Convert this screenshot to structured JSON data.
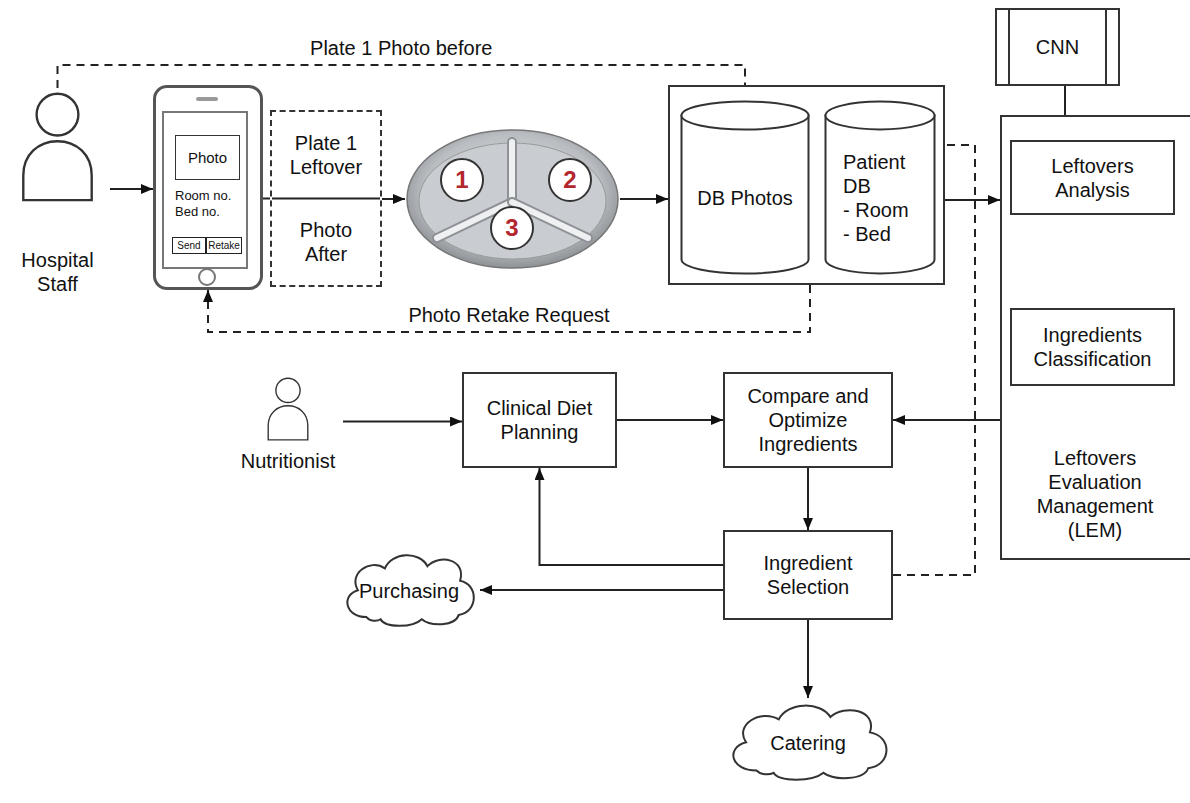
{
  "diagram": {
    "nodes": [
      {
        "text": [
          "Hospital Staff"
        ]
      },
      {
        "text": [
          "Room no. Bed no."
        ]
      },
      {
        "text": [
          "Photo"
        ],
        "in": 1
      },
      {
        "text": [
          "Send"
        ],
        "in": 1
      },
      {
        "text": [
          "Retake"
        ],
        "in": 1
      },
      {
        "text": [
          "Plate 1 Leftover",
          "Photo After"
        ]
      },
      {
        "text": [
          "1",
          "2",
          "3"
        ]
      },
      {
        "text": []
      },
      {
        "text": [
          "DB Photos"
        ],
        "in": 7
      },
      {
        "text": [
          "Patient DB",
          "- Room - Bed"
        ],
        "in": 7
      },
      {
        "text": [
          "CNN"
        ]
      },
      {
        "text": [
          "Leftovers Evaluation Management (LEM)"
        ]
      },
      {
        "text": [
          "Leftovers Analysis"
        ],
        "in": 11
      },
      {
        "text": [
          "Ingredients Classification"
        ],
        "in": 11
      },
      {
        "text": [
          "Nutritionist"
        ]
      },
      {
        "text": [
          "Clinical Diet Planning"
        ]
      },
      {
        "text": [
          "Compare and Optimize Ingredients"
        ]
      },
      {
        "text": [
          "Ingredient Selection"
        ]
      },
      {
        "text": [
          "Purchasing"
        ]
      },
      {
        "text": [
          "Catering"
        ]
      }
    ],
    "edges": [
      {
        "from": 0,
        "to": 8,
        "arrow": "to",
        "label": "Plate 1 Photo before"
      },
      {
        "from": 0,
        "to": 1,
        "arrow": "to"
      },
      {
        "from": 1,
        "to": 5,
        "arrow": "none"
      },
      {
        "from": 5,
        "to": 6,
        "arrow": "to"
      },
      {
        "from": 6,
        "to": 7,
        "arrow": "to"
      },
      {
        "from": 7,
        "to": 1,
        "arrow": "to",
        "label": "Photo Retake Request"
      },
      {
        "from": 7,
        "to": 11,
        "arrow": "to"
      },
      {
        "from": 10,
        "to": 12,
        "arrow": "none"
      },
      {
        "from": 12,
        "to": 13,
        "arrow": "to"
      },
      {
        "from": 13,
        "to": 16,
        "arrow": "to"
      },
      {
        "from": 14,
        "to": 15,
        "arrow": "to"
      },
      {
        "from": 15,
        "to": 16,
        "arrow": "to"
      },
      {
        "from": 16,
        "to": 17,
        "arrow": "to"
      },
      {
        "from": 17,
        "to": 15,
        "arrow": "to"
      },
      {
        "from": 17,
        "to": 18,
        "arrow": "to"
      },
      {
        "from": 17,
        "to": 19,
        "arrow": "to"
      },
      {
        "from": 17,
        "to": 9,
        "arrow": "none"
      }
    ]
  }
}
